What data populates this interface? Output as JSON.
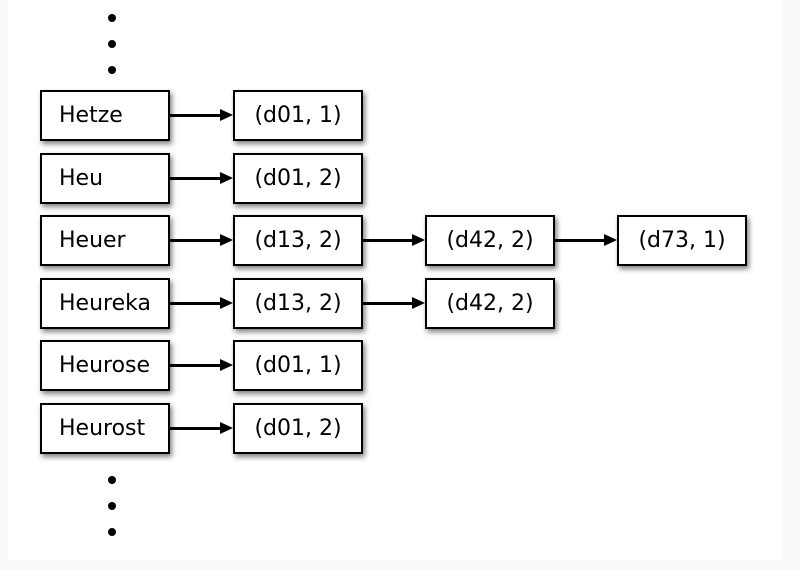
{
  "page": {
    "background_color": "#fafafa",
    "canvas_color": "#ffffff"
  },
  "diagram": {
    "ellipsis_top_dots": 3,
    "ellipsis_bottom_dots": 3,
    "rows": [
      {
        "term": "Hetze",
        "postings": [
          "(d01, 1)"
        ]
      },
      {
        "term": "Heu",
        "postings": [
          "(d01, 2)"
        ]
      },
      {
        "term": "Heuer",
        "postings": [
          "(d13, 2)",
          "(d42, 2)",
          "(d73, 1)"
        ]
      },
      {
        "term": "Heureka",
        "postings": [
          "(d13, 2)",
          "(d42, 2)"
        ]
      },
      {
        "term": "Heurose",
        "postings": [
          "(d01, 1)"
        ]
      },
      {
        "term": "Heurost",
        "postings": [
          "(d01, 2)"
        ]
      }
    ],
    "colors": {
      "box_border": "#000000",
      "box_fill": "#ffffff",
      "text": "#000000",
      "shadow": "rgba(0,0,0,0.5)"
    }
  }
}
